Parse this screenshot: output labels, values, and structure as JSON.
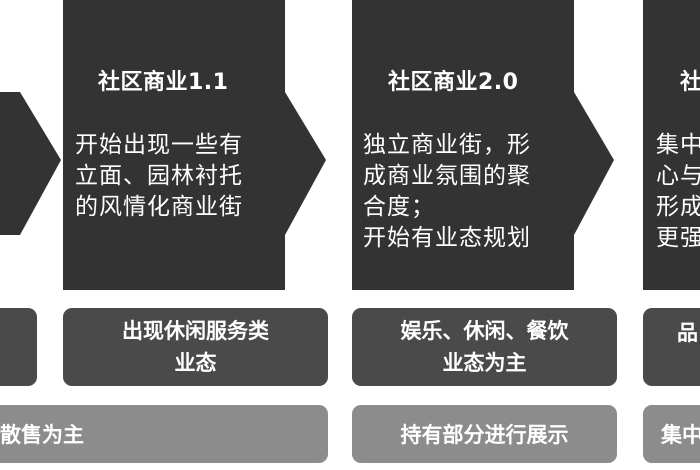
{
  "stages": [
    {
      "title": "",
      "description": []
    },
    {
      "title": "社区商业1.1",
      "description": [
        "开始出现一些有",
        "立面、园林衬托",
        "的风情化商业街"
      ]
    },
    {
      "title": "社区商业2.0",
      "description": [
        "独立商业街，形",
        "成商业氛围的聚",
        "合度；",
        "开始有业态规划"
      ]
    },
    {
      "title": "社",
      "description": [
        "集中",
        "心与",
        "形成",
        "更强"
      ]
    }
  ],
  "format_row": [
    "",
    "出现休闲服务类\n业态",
    "娱乐、休闲、餐饮\n业态为主",
    "品"
  ],
  "ownership_row": [
    "散售为主",
    "持有部分进行展示",
    "集中"
  ],
  "colors": {
    "stage_fill": "#333333",
    "format_box": "#4a4a4a",
    "ownership_bar": "#8c8c8c",
    "text": "#ffffff"
  }
}
